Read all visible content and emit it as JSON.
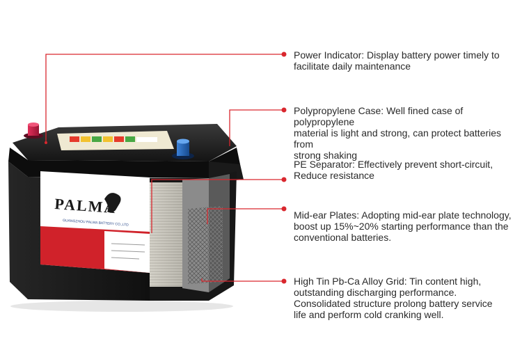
{
  "product": {
    "brand_logo_text": "PALMA",
    "company_text": "GUANGZHOU PALMA BATTERY CO.,LTD"
  },
  "colors": {
    "callout_line": "#d9272e",
    "battery_body": "#1c1c1c",
    "label_red": "#d0222a",
    "terminal_positive": "#c8214a",
    "terminal_negative": "#2160b8"
  },
  "features": [
    {
      "text": "Power Indicator: Display battery power timely to\nfacilitate daily maintenance"
    },
    {
      "text": "Polypropylene Case: Well fined case of polypropylene\nmaterial is light and strong, can protect batteries from\nstrong shaking"
    },
    {
      "text": "PE Separator: Effectively prevent short-circuit,\nReduce resistance"
    },
    {
      "text": "Mid-ear Plates: Adopting mid-ear plate technology,\nboost up 15%~20% starting performance than the\nconventional batteries."
    },
    {
      "text": "High Tin Pb-Ca Alloy Grid: Tin content high,\noutstanding discharging performance.\nConsolidated structure prolong battery service\nlife and perform cold cranking well."
    }
  ]
}
